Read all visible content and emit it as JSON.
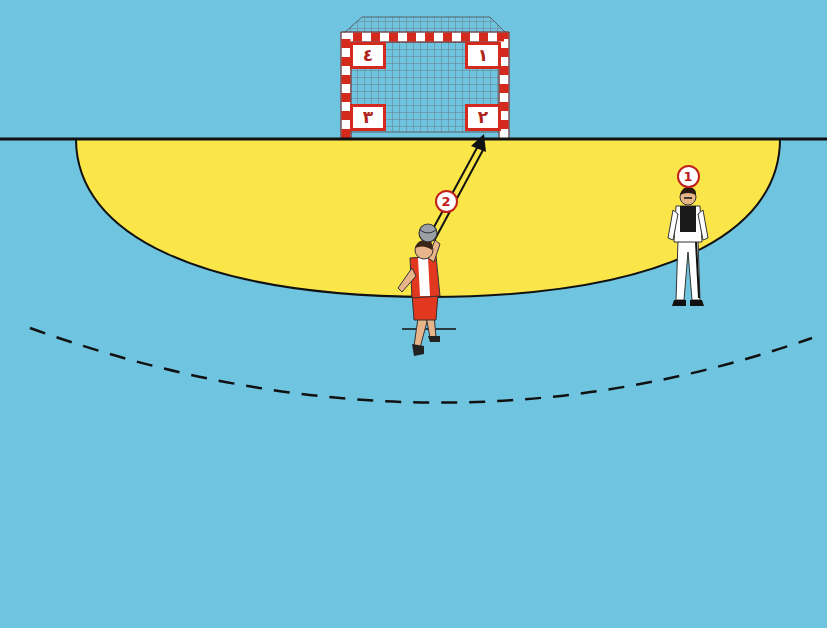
{
  "diagram": {
    "nodes": [
      {
        "text": [
          "٤"
        ]
      },
      {
        "text": [
          "١"
        ]
      },
      {
        "text": [
          "٣"
        ]
      },
      {
        "text": [
          "٢"
        ]
      }
    ],
    "labels": [
      "1",
      "2"
    ]
  }
}
